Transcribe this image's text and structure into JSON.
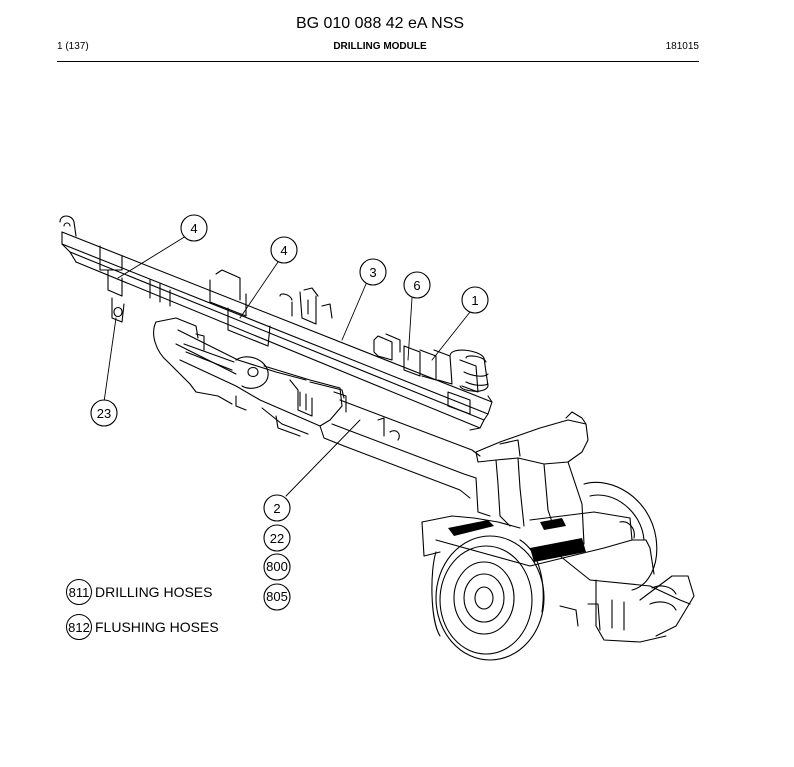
{
  "header": {
    "doc_title": "BG 010 088 42 eA NSS",
    "page": "1 (137)",
    "section": "DRILLING MODULE",
    "date": "181015"
  },
  "callouts": [
    "4",
    "4",
    "3",
    "6",
    "1",
    "23",
    "2",
    "22",
    "800",
    "805"
  ],
  "legend": [
    {
      "code": "811",
      "label": "DRILLING HOSES"
    },
    {
      "code": "812",
      "label": "FLUSHING HOSES"
    }
  ]
}
